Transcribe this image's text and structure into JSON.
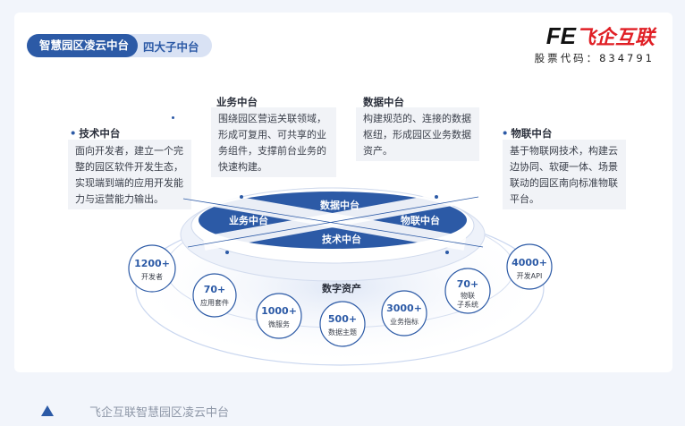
{
  "header": {
    "tag_main": "智慧园区凌云中台",
    "tag_sub": "四大子中台",
    "logo_fe": "FE",
    "logo_cn": "飞企互联",
    "stock": "股票代码：834791"
  },
  "sections": [
    {
      "title": "技术中台",
      "desc": "面向开发者，建立一个完整的园区软件开发生态，实现端到端的应用开发能力与运营能力输出。"
    },
    {
      "title": "业务中台",
      "desc": "围绕园区营运关联领域，形成可复用、可共享的业务组件，支撑前台业务的快速构建。"
    },
    {
      "title": "数据中台",
      "desc": "构建规范的、连接的数据枢纽，形成园区业务数据资产。"
    },
    {
      "title": "物联中台",
      "desc": "基于物联网技术，构建云边协同、软硬一体、场景联动的园区南向标准物联平台。"
    }
  ],
  "center": {
    "top": "数据中台",
    "left": "业务中台",
    "right": "物联中台",
    "bottom": "技术中台",
    "asset": "数字资产"
  },
  "stats": [
    {
      "num": "1200+",
      "label": "开发者"
    },
    {
      "num": "70+",
      "label": "应用套件"
    },
    {
      "num": "1000+",
      "label": "微服务"
    },
    {
      "num": "500+",
      "label": "数据主题"
    },
    {
      "num": "3000+",
      "label": "业务指标"
    },
    {
      "num": "70+",
      "label": "物联",
      "label2": "子系统"
    },
    {
      "num": "4000+",
      "label": "开发API"
    }
  ],
  "caption": "飞企互联智慧园区凌云中台",
  "colors": {
    "primary": "#2c5aa6",
    "light": "#d9e2f4",
    "logo_red": "#e01f25"
  }
}
